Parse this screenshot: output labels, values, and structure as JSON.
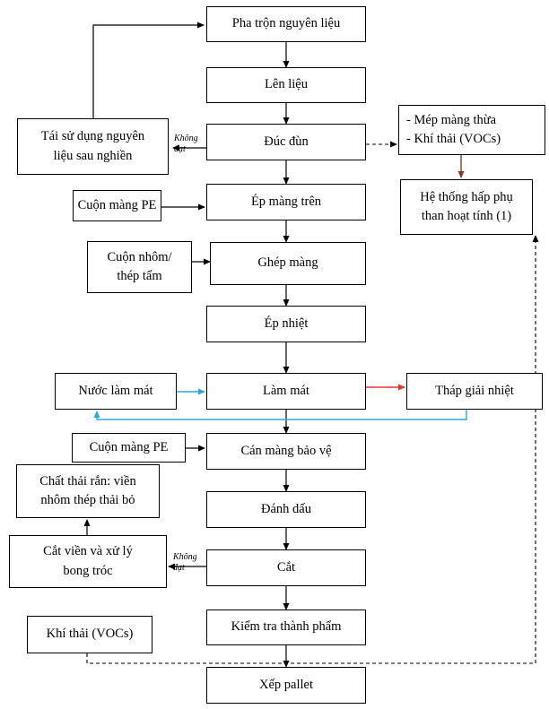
{
  "main_flow": {
    "pha_tron": "Pha trộn nguyên liệu",
    "len_lieu": "Lên liệu",
    "duc_dun": "Đúc đùn",
    "ep_mang_tren": "Ép màng trên",
    "ghep_mang": "Ghép màng",
    "ep_nhiet": "Ép nhiệt",
    "lam_mat": "Làm mát",
    "can_mang": "Cán màng bảo vệ",
    "danh_dau": "Đánh dấu",
    "cat": "Cắt",
    "kiem_tra": "Kiểm tra thành phẩm",
    "xep_pallet": "Xếp pallet"
  },
  "side": {
    "tai_su_dung": "Tái sử dụng nguyên\nliệu sau nghiền",
    "cuon_mang_pe_1": "Cuộn màng PE",
    "cuon_nhom": "Cuộn nhôm/\nthép tấm",
    "nuoc_lam_mat": "Nước làm mát",
    "cuon_mang_pe_2": "Cuộn màng PE",
    "chat_thai_ran": "Chất thải rắn: viền\nnhôm thép thải bỏ",
    "cat_vien": "Cắt viền và xử lý\nbong tróc",
    "khi_thai": "Khí thải (VOCs)",
    "mep_mang": "- Mép màng thừa\n- Khí thải (VOCs)",
    "he_thong": "Hệ thống hấp phụ\nthan hoạt tính (1)",
    "thap_giai_nhiet": "Tháp giải nhiệt"
  },
  "annotations": {
    "khong_dat_1": "Không\nđạt",
    "khong_dat_2": "Không\nđạt"
  },
  "colors": {
    "line": "#000000",
    "cooling_water": "#29a9e0",
    "cooling_tower": "#e8322f",
    "adsorber_link": "#8b3a1c"
  }
}
